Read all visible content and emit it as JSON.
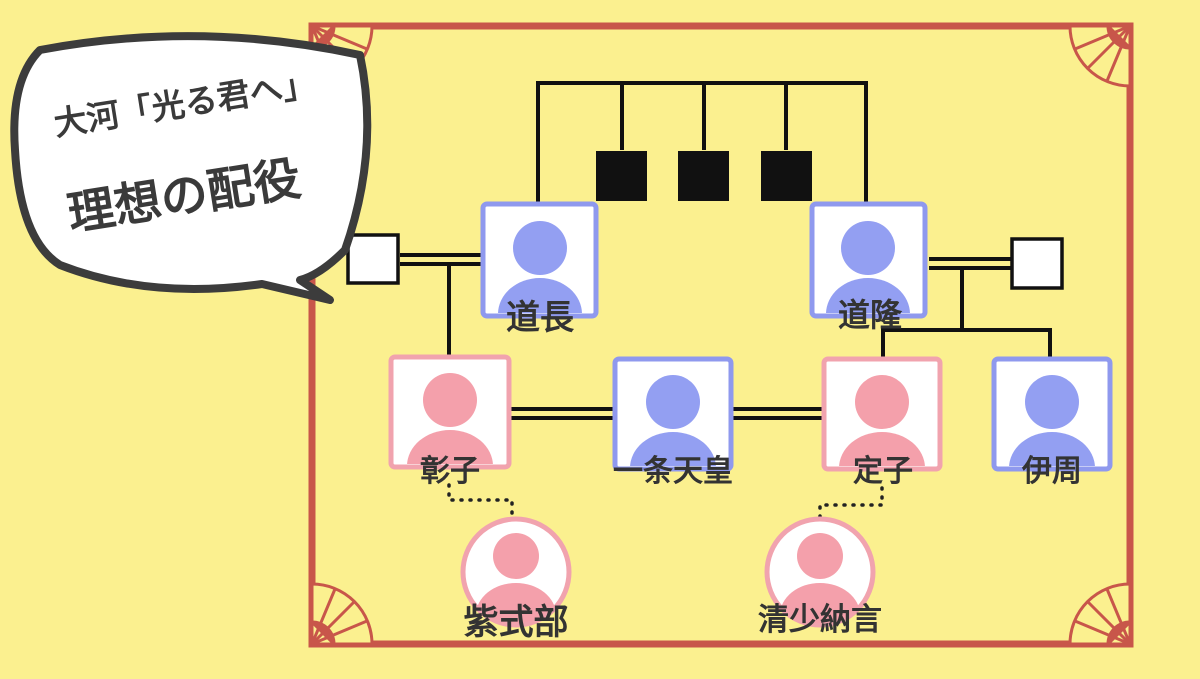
{
  "bubble": {
    "line1": "大河「光る君へ」",
    "line2": "理想の配役"
  },
  "people": {
    "michinaga": "道長",
    "michitaka": "道隆",
    "shoshi": "彰子",
    "ichijo": "一条天皇",
    "teishi": "定子",
    "korechika": "伊周",
    "murasaki": "紫式部",
    "seisho": "清少納言"
  },
  "colors": {
    "background": "#fbf08f",
    "frame": "#c8564a",
    "male_fill": "#939ff2",
    "male_border": "#8f99ee",
    "female_fill": "#f4a0ab",
    "female_border": "#f1a3ae",
    "line": "#111111"
  }
}
